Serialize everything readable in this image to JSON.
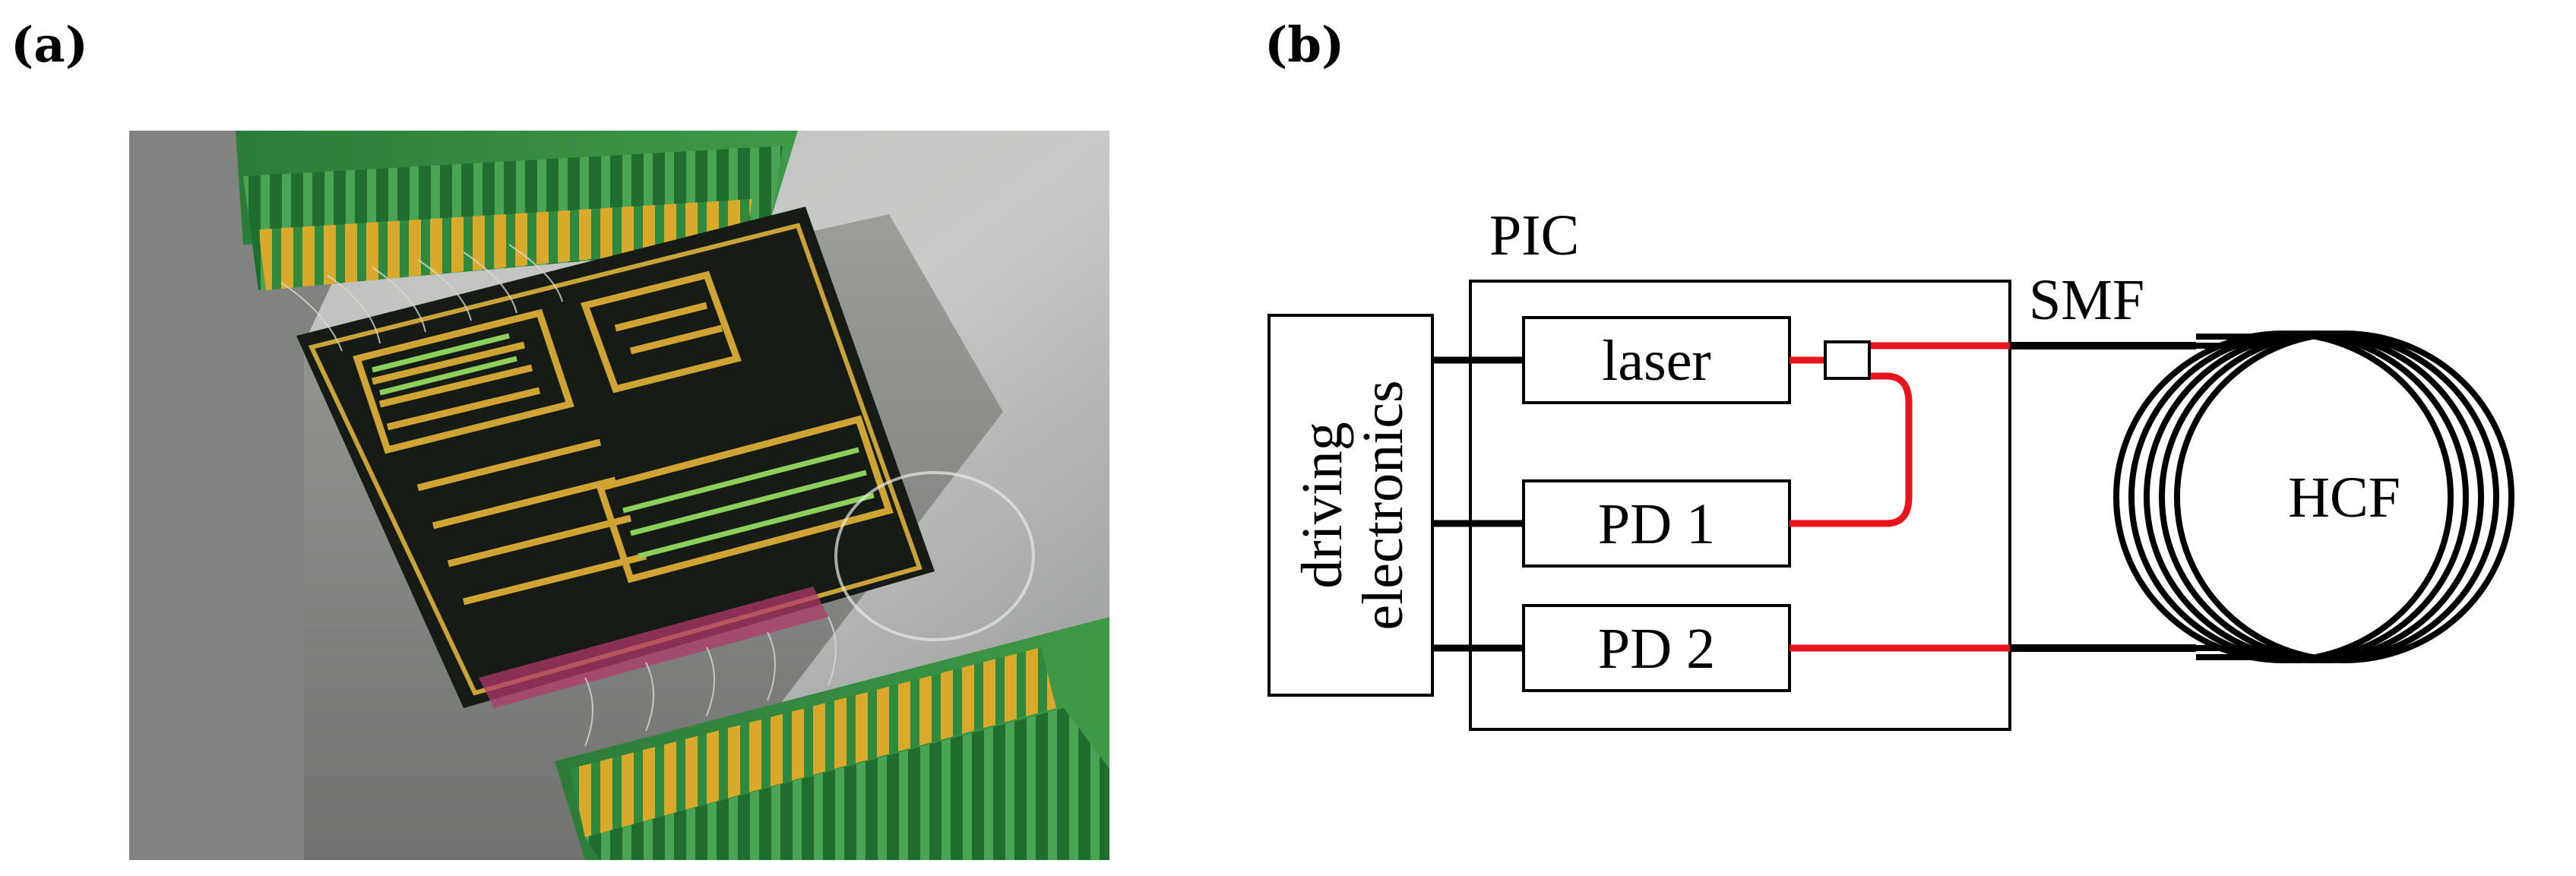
{
  "panels": {
    "a": {
      "label": "(a)"
    },
    "b": {
      "label": "(b)"
    }
  },
  "diagram": {
    "pic_label": "PIC",
    "driver_label_line1": "driving",
    "driver_label_line2": "electronics",
    "laser_label": "laser",
    "pd1_label": "PD 1",
    "pd2_label": "PD 2",
    "smf_label": "SMF",
    "hcf_label": "HCF"
  },
  "colors": {
    "optical_path": "#e8141b",
    "electrical_path": "#000000",
    "pcb_green": "#2f8a3e",
    "gold_pad": "#d8a92a",
    "chip_dark": "#1a1f1a",
    "metal_gray": "#a7a9a6"
  }
}
